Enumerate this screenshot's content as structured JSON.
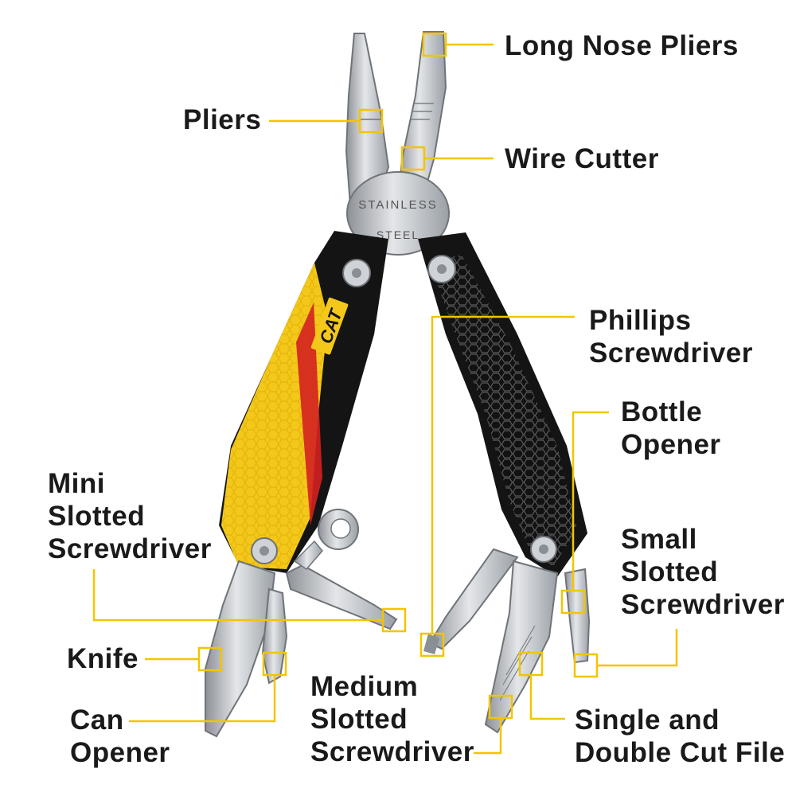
{
  "colors": {
    "callout": "#f2c500",
    "handle_yellow": "#f4c81b",
    "handle_black": "#141414",
    "steel": "#c9ccd0",
    "text": "#1a1a1a"
  },
  "tool": {
    "brand": "CAT",
    "pivot_text_top": "STAINLESS",
    "pivot_text_bottom": "STEEL"
  },
  "callouts": {
    "long_nose_pliers": [
      "Long Nose Pliers"
    ],
    "pliers": [
      "Pliers"
    ],
    "wire_cutter": [
      "Wire Cutter"
    ],
    "phillips": [
      "Phillips",
      "Screwdriver"
    ],
    "bottle_opener": [
      "Bottle",
      "Opener"
    ],
    "mini_slotted": [
      "Mini",
      "Slotted",
      "Screwdriver"
    ],
    "small_slotted": [
      "Small",
      "Slotted",
      "Screwdriver"
    ],
    "knife": [
      "Knife"
    ],
    "can_opener": [
      "Can",
      "Opener"
    ],
    "medium_slotted": [
      "Medium",
      "Slotted",
      "Screwdriver"
    ],
    "file": [
      "Single and",
      "Double Cut File"
    ]
  }
}
